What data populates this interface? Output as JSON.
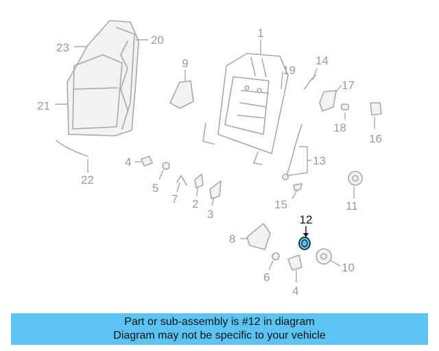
{
  "labels": {
    "p1": "1",
    "p2": "2",
    "p3": "3",
    "p4a": "4",
    "p4b": "4",
    "p5": "5",
    "p6": "6",
    "p7": "7",
    "p8": "8",
    "p9": "9",
    "p10": "10",
    "p11": "11",
    "p12": "12",
    "p13": "13",
    "p14": "14",
    "p15": "15",
    "p16": "16",
    "p17": "17",
    "p18": "18",
    "p19": "19",
    "p20": "20",
    "p21": "21",
    "p22": "22",
    "p23": "23"
  },
  "highlight": {
    "part": "12",
    "color": "#5bc4f5"
  },
  "caption": {
    "line1": "Part or sub-assembly is #12 in diagram",
    "line2": "Diagram may not be specific to your vehicle",
    "background": "#5bc4f5"
  }
}
